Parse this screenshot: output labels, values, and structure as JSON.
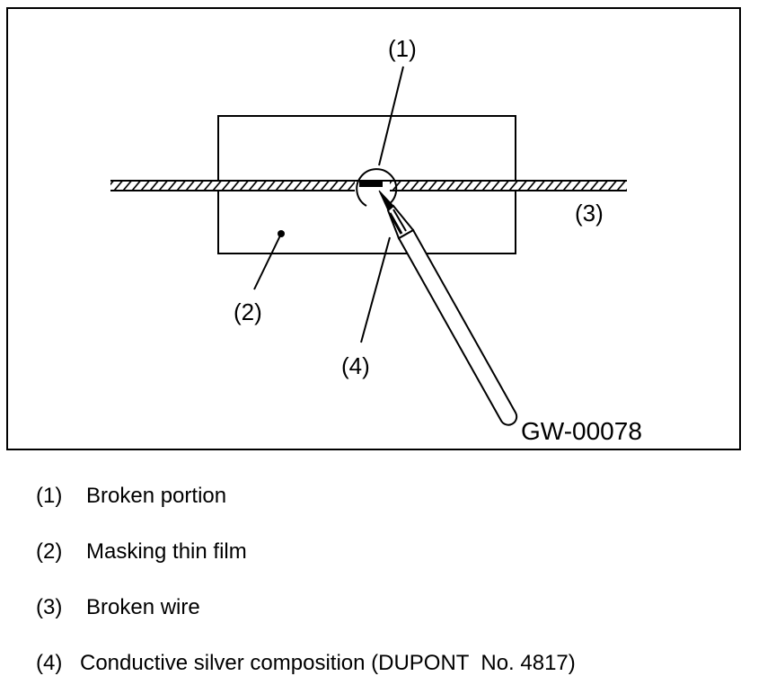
{
  "figure": {
    "code": "GW-00078",
    "labels": {
      "broken_portion": "(1)",
      "masking_film": "(2)",
      "broken_wire": "(3)",
      "silver_composition": "(4)"
    }
  },
  "legend": [
    {
      "num": "(1)",
      "text": "Broken portion"
    },
    {
      "num": "(2)",
      "text": "Masking thin film"
    },
    {
      "num": "(3)",
      "text": "Broken wire"
    },
    {
      "num": "(4)",
      "text": "Conductive silver composition (DUPONT  No. 4817)"
    }
  ],
  "colors": {
    "ink": "#000000",
    "background": "#ffffff"
  }
}
